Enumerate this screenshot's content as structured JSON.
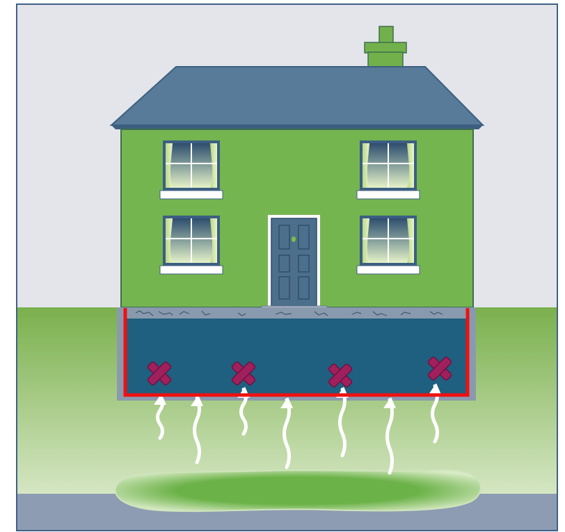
{
  "diagram": {
    "colors": {
      "sky": "#E3E5EA",
      "frame": "#3E6186",
      "ground_top": "#7AB04C",
      "ground_bottom": "#D5E6C3",
      "street": "#8D9CB3",
      "roof": "#577B99",
      "roof_edge": "#3D5F7F",
      "wall": "#75B550",
      "wall_edge": "#3F6E4E",
      "chimney": "#71B04B",
      "window_frame": "#3C5E82",
      "window_sill": "#FFFFFF",
      "door": "#4C6F8B",
      "door_knob": "#7AC143",
      "foundation_wall": "#8A9AAE",
      "basement": "#1F5F80",
      "membrane": "#EE1111",
      "radon_arrow": "#FFFFFF",
      "blocked_marker": "#A0205E",
      "soil_pool": "#6BB248"
    },
    "icons": [
      "house",
      "chimney",
      "window",
      "door",
      "radon-arrow",
      "blocked-x-marker",
      "radon-source-pool"
    ],
    "radon_paths_count": 7,
    "blocked_points_count": 4
  }
}
